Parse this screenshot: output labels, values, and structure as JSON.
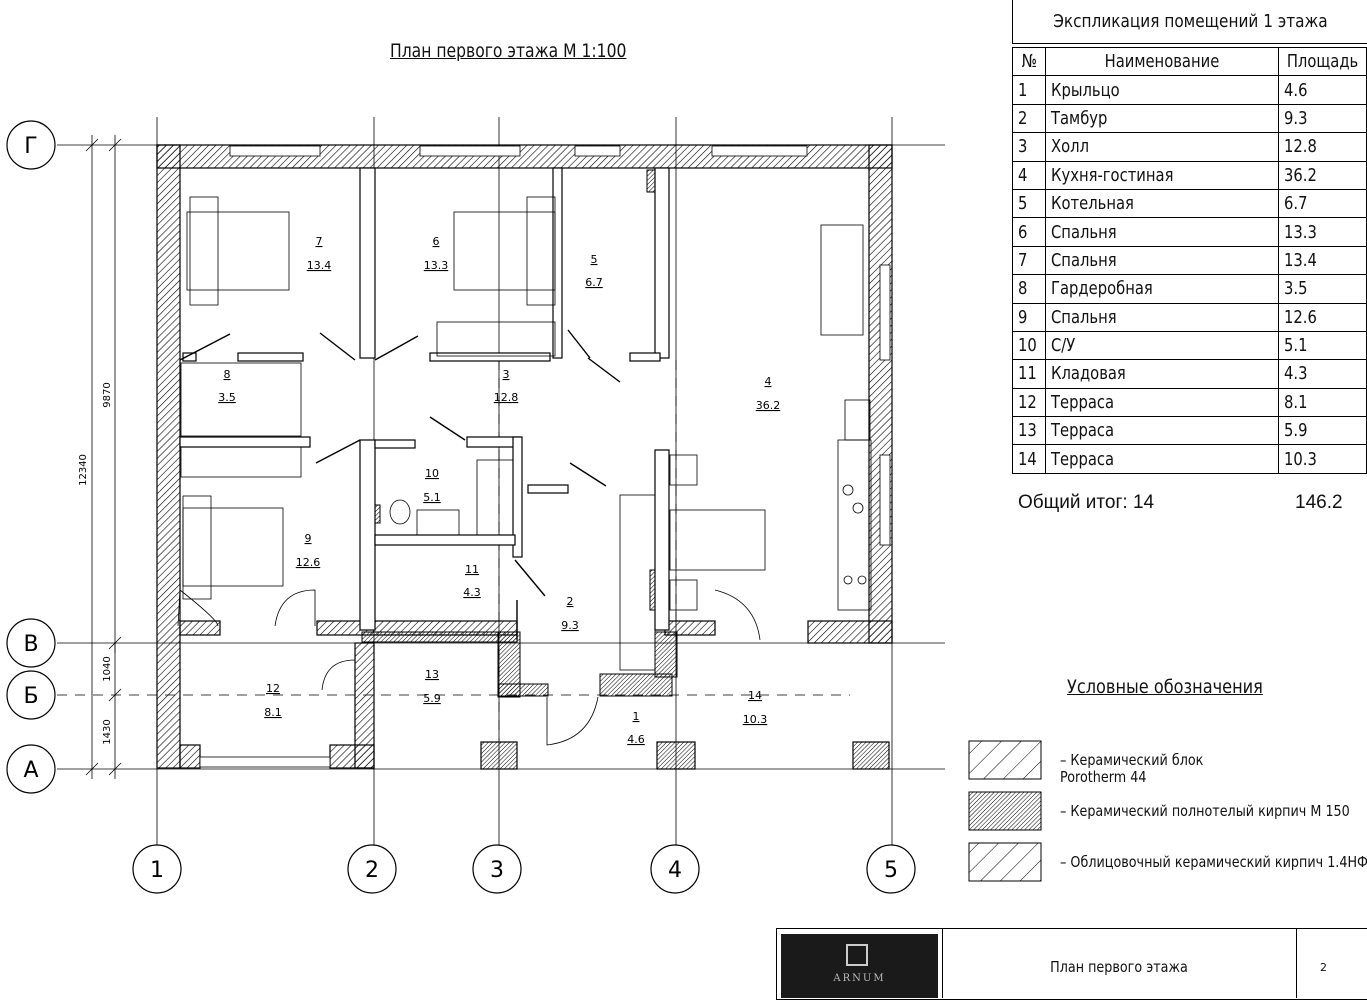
{
  "plan": {
    "title": "План первого этажа М 1:100",
    "axes_letters": [
      "Г",
      "В",
      "Б",
      "А"
    ],
    "axes_numbers": [
      "1",
      "2",
      "3",
      "4",
      "5"
    ],
    "dimensions": [
      "12340",
      "9870",
      "1040",
      "1430"
    ],
    "room_labels": [
      {
        "num": "7",
        "area": "13.4"
      },
      {
        "num": "6",
        "area": "13.3"
      },
      {
        "num": "5",
        "area": "6.7"
      },
      {
        "num": "4",
        "area": "36.2"
      },
      {
        "num": "8",
        "area": "3.5"
      },
      {
        "num": "3",
        "area": "12.8"
      },
      {
        "num": "10",
        "area": "5.1"
      },
      {
        "num": "9",
        "area": "12.6"
      },
      {
        "num": "11",
        "area": "4.3"
      },
      {
        "num": "2",
        "area": "9.3"
      },
      {
        "num": "12",
        "area": "8.1"
      },
      {
        "num": "13",
        "area": "5.9"
      },
      {
        "num": "1",
        "area": "4.6"
      },
      {
        "num": "14",
        "area": "10.3"
      }
    ]
  },
  "explication": {
    "title": "Экспликация помещений 1 этажа",
    "headers": [
      "№",
      "Наименование",
      "Площадь"
    ],
    "rows": [
      {
        "n": "1",
        "name": "Крыльцо",
        "area": "4.6"
      },
      {
        "n": "2",
        "name": "Тамбур",
        "area": "9.3"
      },
      {
        "n": "3",
        "name": "Холл",
        "area": "12.8"
      },
      {
        "n": "4",
        "name": "Кухня-гостиная",
        "area": "36.2"
      },
      {
        "n": "5",
        "name": "Котельная",
        "area": "6.7"
      },
      {
        "n": "6",
        "name": "Спальня",
        "area": "13.3"
      },
      {
        "n": "7",
        "name": "Спальня",
        "area": "13.4"
      },
      {
        "n": "8",
        "name": "Гардеробная",
        "area": "3.5"
      },
      {
        "n": "9",
        "name": "Спальня",
        "area": "12.6"
      },
      {
        "n": "10",
        "name": "С/У",
        "area": "5.1"
      },
      {
        "n": "11",
        "name": "Кладовая",
        "area": "4.3"
      },
      {
        "n": "12",
        "name": "Терраса",
        "area": "8.1"
      },
      {
        "n": "13",
        "name": "Терраса",
        "area": "5.9"
      },
      {
        "n": "14",
        "name": "Терраса",
        "area": "10.3"
      }
    ],
    "total_label": "Общий итог: 14",
    "total_value": "146.2"
  },
  "legend": {
    "title": "Условные обозначения",
    "items": [
      {
        "text": "– Керамический блок Porotherm 44",
        "pattern": "hatch-wide"
      },
      {
        "text": "– Керамический полнотелый кирпич М 150",
        "pattern": "hatch-dense"
      },
      {
        "text": "– Облицовочный керамический  кирпич 1.4НФ",
        "pattern": "hatch-wide"
      }
    ]
  },
  "stamp": {
    "logo_text": "ARNUM",
    "sheet_name": "План первого этажа",
    "sheet_number": "2"
  }
}
